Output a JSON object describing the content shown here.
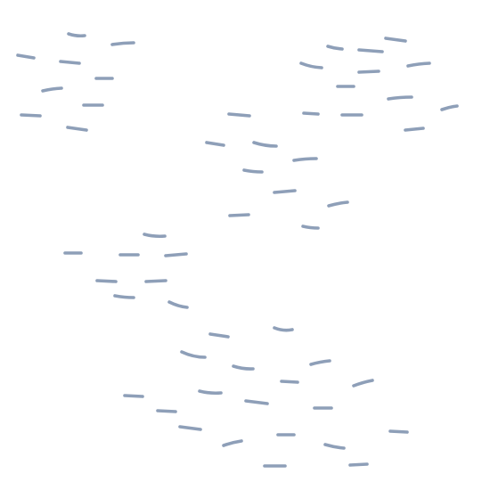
{
  "pattern": {
    "color": "#8e9fb8",
    "background": "#ffffff",
    "clusters": [
      "top-left",
      "top-right",
      "center",
      "middle-left",
      "bottom"
    ]
  }
}
